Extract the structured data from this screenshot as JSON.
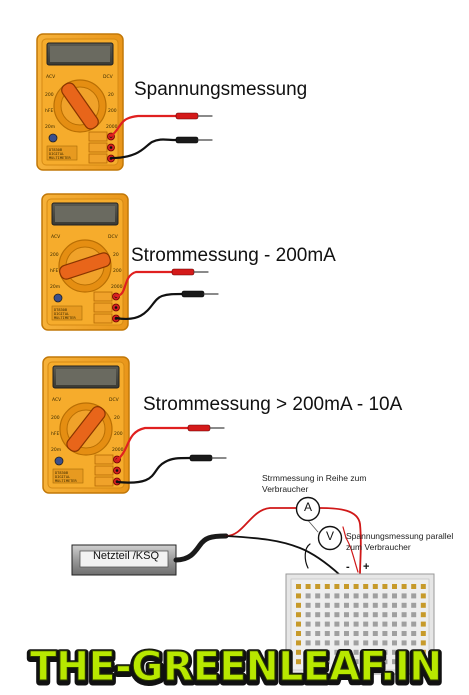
{
  "labels": {
    "voltage": "Spannungsmessung",
    "current_low": "Strommessung - 200mA",
    "current_high": "Strommessung > 200mA - 10A",
    "series_note": "Strmmessung in Reihe zum Verbraucher",
    "parallel_note": "Spannungsmessung parallel zum Verbraucher",
    "supply": "Netzteil /KSQ",
    "ammeter_symbol": "A",
    "voltmeter_symbol": "V",
    "minus": "-",
    "plus": "+"
  },
  "logo": {
    "text": "THE-GREENLEAF.IN",
    "fill": "#b8e800",
    "outline": "#111111"
  },
  "colors": {
    "multimeter_body": "#f5a623",
    "probe_red": "#e02020",
    "probe_black": "#111111",
    "board": "#e8e8e8",
    "board_pads": "#c79a2a"
  }
}
